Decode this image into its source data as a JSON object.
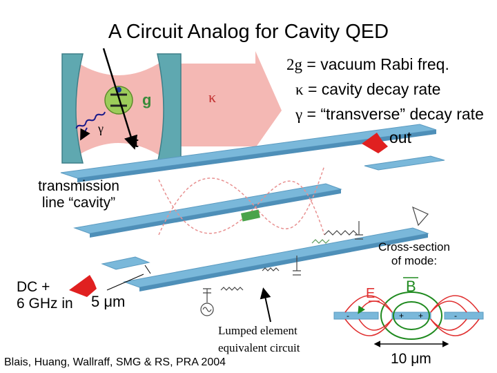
{
  "title": "A Circuit Analog for Cavity QED",
  "cavity_diagram": {
    "g_label": "g",
    "kappa_label": "κ",
    "gamma_label": "γ",
    "t_label": "t"
  },
  "legend": {
    "rabi": {
      "symbol": "2g",
      "text": " = vacuum Rabi freq."
    },
    "kappa": {
      "symbol": "κ",
      "text": " = cavity decay rate"
    },
    "gamma": {
      "symbol": "γ",
      "text": " = “transverse” decay rate"
    },
    "out": "out"
  },
  "labels": {
    "transmission_line_1": "transmission",
    "transmission_line_2": "line “cavity”",
    "input_1": "DC +",
    "input_2": "6 GHz in",
    "gap_size": "5 μm",
    "lumped_1": "Lumped element",
    "lumped_2": "equivalent circuit",
    "citation": "Blais, Huang, Wallraff, SMG & RS, PRA 2004"
  },
  "cross_section": {
    "title_1": "Cross-section",
    "title_2": "of mode:",
    "e_label": "E",
    "b_label": "B",
    "charge_left": "-",
    "charge_center_1": "+",
    "charge_center_2": "+",
    "charge_right": "-",
    "size": "10 μm"
  },
  "colors": {
    "cavity_pink": "#f4b8b4",
    "mirror_teal": "#5fa8b0",
    "strip_blue": "#7ab8da",
    "arrow_red": "#e02020",
    "field_green": "#1f8a1f"
  }
}
